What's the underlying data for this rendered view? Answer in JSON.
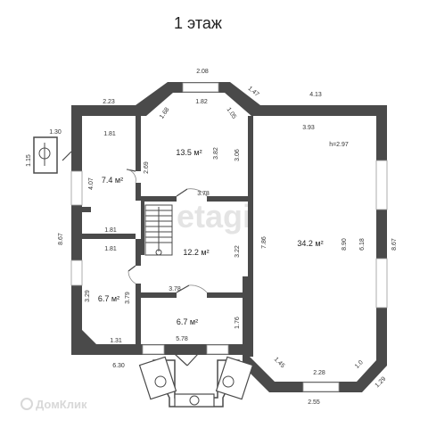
{
  "title": "1 этаж",
  "watermark": "etagi",
  "logo_text": "ДомКлик",
  "areas": {
    "room_top_left": "7.4 м²",
    "room_top_mid": "13.5 м²",
    "hall": "12.2 м²",
    "living": "34.2 м²",
    "room_bottom_left": "6.7 м²",
    "room_bottom_mid": "6.7 м²"
  },
  "ceiling": "h=2.97",
  "dims": {
    "d_2_08": "2.08",
    "d_1_47": "1.47",
    "d_4_13": "4.13",
    "d_2_23": "2.23",
    "d_1_68": "1.68",
    "d_1_82": "1.82",
    "d_1_05": "1.05",
    "d_3_93": "3.93",
    "d_1_30": "1.30",
    "d_1_81_a": "1.81",
    "d_1_15": "1.15",
    "d_4_07": "4.07",
    "d_2_69": "2.69",
    "d_3_82": "3.82",
    "d_3_06": "3.06",
    "d_3_78_a": "3.78",
    "d_8_67_left": "8.67",
    "d_1_81_b": "1.81",
    "d_1_81_c": "1.81",
    "d_3_22": "3.22",
    "d_7_86": "7.86",
    "d_8_90": "8.90",
    "d_6_18": "6.18",
    "d_8_67_right": "8.67",
    "d_3_29": "3.29",
    "d_3_79": "3.79",
    "d_3_78_b": "3.78",
    "d_1_76": "1.76",
    "d_1_31": "1.31",
    "d_5_78": "5.78",
    "d_6_30": "6.30",
    "d_1_45": "1.45",
    "d_2_28": "2.28",
    "d_1_0": "1.0",
    "d_1_29": "1.29",
    "d_2_55": "2.55"
  }
}
